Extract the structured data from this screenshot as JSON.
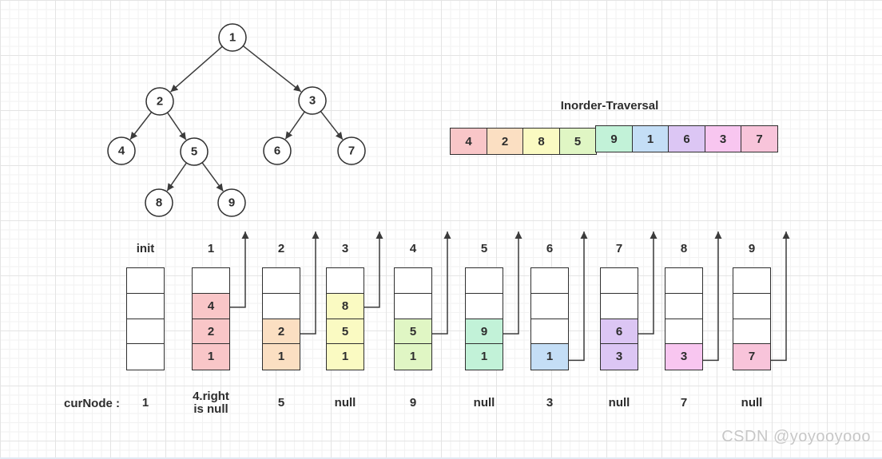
{
  "curnode_label": "curNode :",
  "watermark": "CSDN @yoyooyooo",
  "tree": {
    "nodes": [
      "1",
      "2",
      "3",
      "4",
      "5",
      "6",
      "7",
      "8",
      "9"
    ],
    "edges": [
      [
        "1",
        "2"
      ],
      [
        "1",
        "3"
      ],
      [
        "2",
        "4"
      ],
      [
        "2",
        "5"
      ],
      [
        "3",
        "6"
      ],
      [
        "3",
        "7"
      ],
      [
        "5",
        "8"
      ],
      [
        "5",
        "9"
      ]
    ]
  },
  "inorder_array": {
    "title": "Inorder-Traversal",
    "cells": [
      {
        "value": "4",
        "color": "#f9c6c8"
      },
      {
        "value": "2",
        "color": "#fbdfc2"
      },
      {
        "value": "8",
        "color": "#fafac2"
      },
      {
        "value": "5",
        "color": "#e0f6c4"
      },
      {
        "value": "9",
        "color": "#c2f2d8"
      },
      {
        "value": "1",
        "color": "#c4def6"
      },
      {
        "value": "6",
        "color": "#dcc6f4"
      },
      {
        "value": "3",
        "color": "#f8c6f0"
      },
      {
        "value": "7",
        "color": "#f8c4da"
      }
    ]
  },
  "stacks": [
    {
      "label": "init",
      "cells": [
        "",
        "",
        "",
        ""
      ],
      "color": null,
      "arrow_row": null,
      "curnode": "1"
    },
    {
      "label": "1",
      "cells": [
        "",
        "4",
        "2",
        "1"
      ],
      "color": "#f9c6c8",
      "arrow_row": 1,
      "curnode": "4.right\nis null"
    },
    {
      "label": "2",
      "cells": [
        "",
        "",
        "2",
        "1"
      ],
      "color": "#fbdfc2",
      "arrow_row": 2,
      "curnode": "5"
    },
    {
      "label": "3",
      "cells": [
        "",
        "8",
        "5",
        "1"
      ],
      "color": "#fafac2",
      "arrow_row": 1,
      "curnode": "null"
    },
    {
      "label": "4",
      "cells": [
        "",
        "",
        "5",
        "1"
      ],
      "color": "#e0f6c4",
      "arrow_row": 2,
      "curnode": "9"
    },
    {
      "label": "5",
      "cells": [
        "",
        "",
        "9",
        "1"
      ],
      "color": "#c2f2d8",
      "arrow_row": 2,
      "curnode": "null"
    },
    {
      "label": "6",
      "cells": [
        "",
        "",
        "",
        "1"
      ],
      "color": "#c4def6",
      "arrow_row": 3,
      "curnode": "3"
    },
    {
      "label": "7",
      "cells": [
        "",
        "",
        "6",
        "3"
      ],
      "color": "#dcc6f4",
      "arrow_row": 2,
      "curnode": "null"
    },
    {
      "label": "8",
      "cells": [
        "",
        "",
        "",
        "3"
      ],
      "color": "#f8c6f0",
      "arrow_row": 3,
      "curnode": "7"
    },
    {
      "label": "9",
      "cells": [
        "",
        "",
        "",
        "7"
      ],
      "color": "#f8c4da",
      "arrow_row": 3,
      "curnode": "null"
    }
  ]
}
